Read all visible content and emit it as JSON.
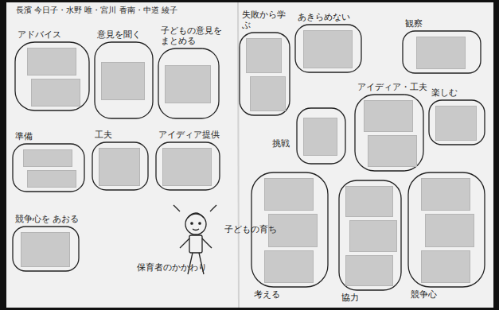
{
  "diagram": {
    "nodes": [
      {
        "text": [
          "アドバイス"
        ]
      },
      {
        "text": [
          "意見を聞く"
        ]
      },
      {
        "text": [
          "子どもの意見を まとめる"
        ]
      },
      {
        "text": [
          "準備"
        ]
      },
      {
        "text": [
          "工夫"
        ]
      },
      {
        "text": [
          "アイディア提供"
        ]
      },
      {
        "text": [
          "競争心を あおる"
        ]
      },
      {
        "text": [
          "失敗から学ぶ"
        ]
      },
      {
        "text": [
          "あきらめない"
        ]
      },
      {
        "text": [
          "観察"
        ]
      },
      {
        "text": [
          "挑戦"
        ]
      },
      {
        "text": [
          "アイディア・工夫"
        ]
      },
      {
        "text": [
          "楽しむ"
        ]
      },
      {
        "text": [
          "考える"
        ]
      },
      {
        "text": [
          "協力"
        ]
      },
      {
        "text": [
          "競争心"
        ]
      }
    ],
    "labels": [
      "長濱 今日子・水野 唯・宮川 香南・中道 綾子",
      "保育者のかかわり",
      "子どもの育ち"
    ]
  }
}
